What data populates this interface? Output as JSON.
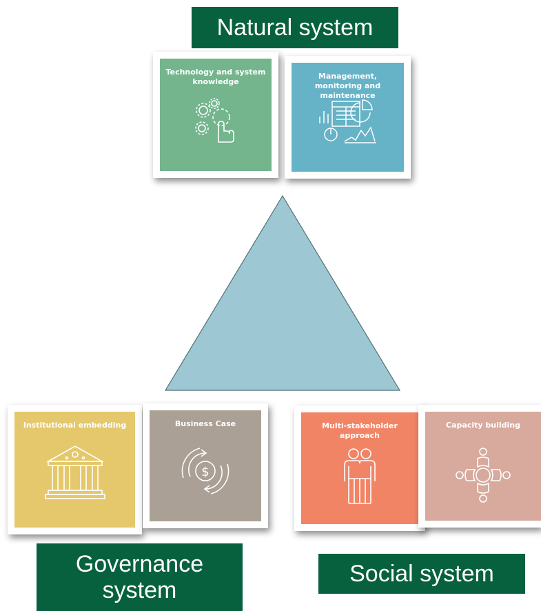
{
  "labels": {
    "natural": "Natural system",
    "governance": "Governance system",
    "social": "Social system"
  },
  "tiles": {
    "technology": {
      "label": "Technology and system knowledge",
      "color": "#74b58e",
      "icon": "gears-hand-icon"
    },
    "management": {
      "label": "Management, monitoring and maintenance",
      "color": "#66b2c6",
      "icon": "dashboard-icon"
    },
    "institutional": {
      "label": "Institutional embedding",
      "color": "#e4c86b",
      "icon": "institution-building-icon"
    },
    "business": {
      "label": "Business Case",
      "color": "#aba095",
      "icon": "dollar-cycle-icon"
    },
    "multistakeholder": {
      "label": "Multi-stakeholder approach",
      "color": "#f28466",
      "icon": "people-icon"
    },
    "capacity": {
      "label": "Capacity building",
      "color": "#d8a99d",
      "icon": "group-circle-icon"
    }
  },
  "colors": {
    "label_bg": "#07613f",
    "triangle_fill": "#9ec7d4",
    "triangle_stroke": "#4f6f78"
  }
}
